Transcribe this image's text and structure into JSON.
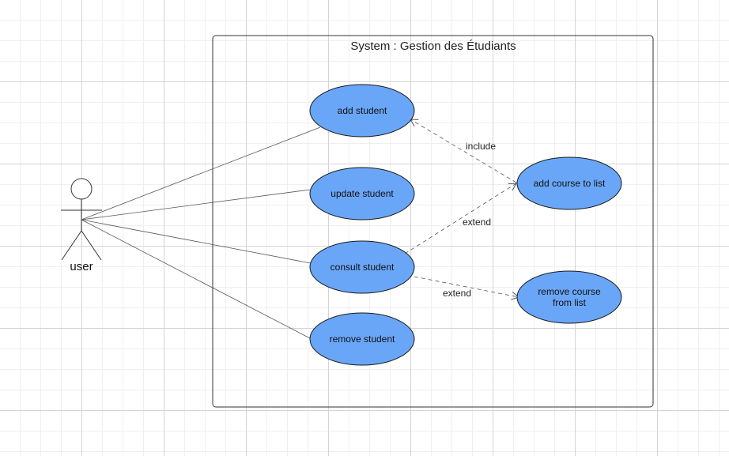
{
  "diagram": {
    "system_title": "System : Gestion des Étudiants",
    "actor": {
      "label": "user"
    },
    "use_cases": {
      "add_student": "add student",
      "update_student": "update student",
      "consult_student": "consult student",
      "remove_student": "remove student",
      "add_course": "add course to list",
      "remove_course": [
        "remove course",
        "from list"
      ]
    },
    "relations": {
      "include": "include",
      "extend_add": "extend",
      "extend_remove": "extend"
    },
    "colors": {
      "usecase_fill": "#6aa6f8",
      "usecase_stroke": "#1a1a1a",
      "line": "#555555",
      "dashed": "#555555"
    }
  }
}
